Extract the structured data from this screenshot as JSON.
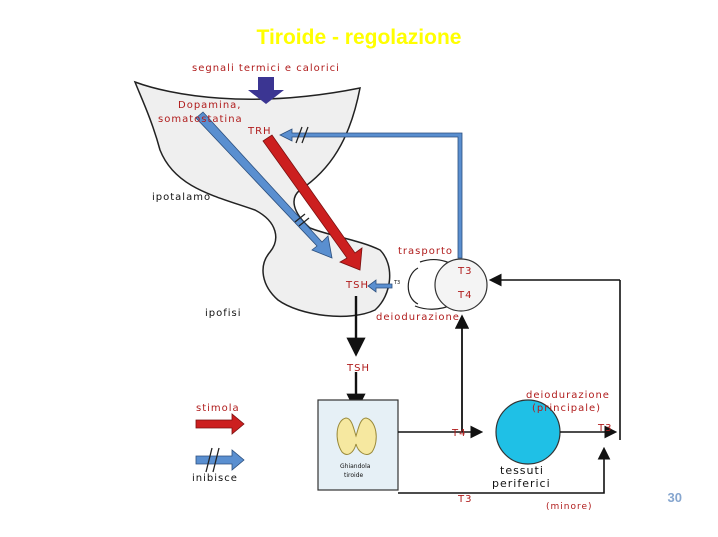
{
  "title": "Tiroide - regolazione",
  "page_number": "30",
  "labels": {
    "signals": "segnali termici e calorici",
    "dopamine_1": "Dopamina,",
    "dopamine_2": "somatostatina",
    "trh": "TRH",
    "hypothalamus": "ipotalamo",
    "transport": "trasporto",
    "t3_circle": "T3",
    "t4_circle": "T4",
    "tsh_inner": "TSH",
    "t3_small": "T3",
    "pituitary": "ipofisi",
    "deiodination": "deiodurazione",
    "tsh_out": "TSH",
    "deiod_main_1": "deiodurazione",
    "deiod_main_2": "(principale)",
    "stimulates": "stimola",
    "inhibits": "inibisce",
    "t4_out": "T4",
    "t3_right": "T3",
    "gland_1": "Ghiandola",
    "gland_2": "tiroide",
    "tissues_1": "tessuti",
    "tissues_2": "periferici",
    "t3_bottom": "T3",
    "minor": "(minore)"
  },
  "colors": {
    "title": "#ffff00",
    "stimulate_arrow": "#cc1f1f",
    "inhibit_arrow": "#5a8fd0",
    "signal_arrow": "#3b3592",
    "tissue_circle": "#1fc0e6",
    "label_text": "#b01c1c",
    "page_number": "#86a6cf"
  }
}
